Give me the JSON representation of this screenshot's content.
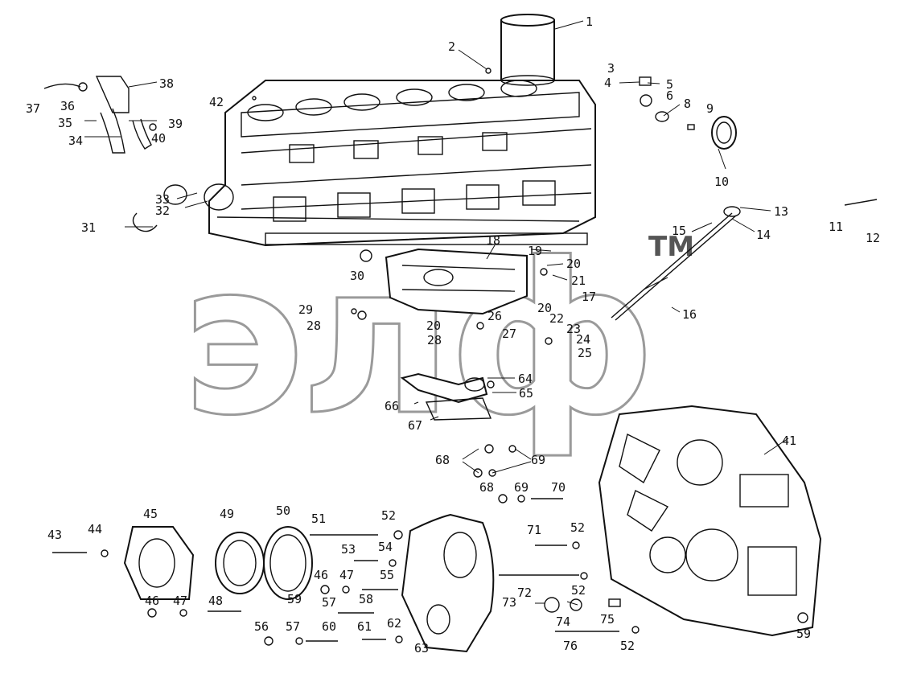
{
  "watermark": {
    "text": "элф",
    "trademark": "TM"
  },
  "labels": [
    {
      "id": "c1",
      "text": "1"
    },
    {
      "id": "c2",
      "text": "2"
    },
    {
      "id": "c3",
      "text": "3"
    },
    {
      "id": "c4",
      "text": "4"
    },
    {
      "id": "c5",
      "text": "5"
    },
    {
      "id": "c6",
      "text": "6"
    },
    {
      "id": "c8",
      "text": "8"
    },
    {
      "id": "c9",
      "text": "9"
    },
    {
      "id": "c10",
      "text": "10"
    },
    {
      "id": "c11",
      "text": "11"
    },
    {
      "id": "c12",
      "text": "12"
    },
    {
      "id": "c13",
      "text": "13"
    },
    {
      "id": "c14",
      "text": "14"
    },
    {
      "id": "c15",
      "text": "15"
    },
    {
      "id": "c16",
      "text": "16"
    },
    {
      "id": "c17",
      "text": "17"
    },
    {
      "id": "c18",
      "text": "18"
    },
    {
      "id": "c19",
      "text": "19"
    },
    {
      "id": "c20a",
      "text": "20"
    },
    {
      "id": "c21",
      "text": "21"
    },
    {
      "id": "c20b",
      "text": "20"
    },
    {
      "id": "c22",
      "text": "22"
    },
    {
      "id": "c23",
      "text": "23"
    },
    {
      "id": "c24",
      "text": "24"
    },
    {
      "id": "c25",
      "text": "25"
    },
    {
      "id": "c26",
      "text": "26"
    },
    {
      "id": "c27",
      "text": "27"
    },
    {
      "id": "c20c",
      "text": "20"
    },
    {
      "id": "c28a",
      "text": "28"
    },
    {
      "id": "c28b",
      "text": "28"
    },
    {
      "id": "c29",
      "text": "29"
    },
    {
      "id": "c30",
      "text": "30"
    },
    {
      "id": "c31",
      "text": "31"
    },
    {
      "id": "c32",
      "text": "32"
    },
    {
      "id": "c33",
      "text": "33"
    },
    {
      "id": "c34",
      "text": "34"
    },
    {
      "id": "c35",
      "text": "35"
    },
    {
      "id": "c36",
      "text": "36"
    },
    {
      "id": "c37",
      "text": "37"
    },
    {
      "id": "c38",
      "text": "38"
    },
    {
      "id": "c39",
      "text": "39"
    },
    {
      "id": "c40",
      "text": "40"
    },
    {
      "id": "c41",
      "text": "41"
    },
    {
      "id": "c42",
      "text": "42"
    },
    {
      "id": "c43",
      "text": "43"
    },
    {
      "id": "c44",
      "text": "44"
    },
    {
      "id": "c45",
      "text": "45"
    },
    {
      "id": "c46a",
      "text": "46"
    },
    {
      "id": "c47a",
      "text": "47"
    },
    {
      "id": "c48",
      "text": "48"
    },
    {
      "id": "c49",
      "text": "49"
    },
    {
      "id": "c50",
      "text": "50"
    },
    {
      "id": "c51",
      "text": "51"
    },
    {
      "id": "c52a",
      "text": "52"
    },
    {
      "id": "c53",
      "text": "53"
    },
    {
      "id": "c54",
      "text": "54"
    },
    {
      "id": "c46b",
      "text": "46"
    },
    {
      "id": "c47b",
      "text": "47"
    },
    {
      "id": "c55",
      "text": "55"
    },
    {
      "id": "c59a",
      "text": "59"
    },
    {
      "id": "c57a",
      "text": "57"
    },
    {
      "id": "c58",
      "text": "58"
    },
    {
      "id": "c56",
      "text": "56"
    },
    {
      "id": "c57b",
      "text": "57"
    },
    {
      "id": "c60",
      "text": "60"
    },
    {
      "id": "c61",
      "text": "61"
    },
    {
      "id": "c62",
      "text": "62"
    },
    {
      "id": "c63",
      "text": "63"
    },
    {
      "id": "c64",
      "text": "64"
    },
    {
      "id": "c65",
      "text": "65"
    },
    {
      "id": "c66",
      "text": "66"
    },
    {
      "id": "c67",
      "text": "67"
    },
    {
      "id": "c68a",
      "text": "68"
    },
    {
      "id": "c69a",
      "text": "69"
    },
    {
      "id": "c68b",
      "text": "68"
    },
    {
      "id": "c69b",
      "text": "69"
    },
    {
      "id": "c70",
      "text": "70"
    },
    {
      "id": "c71",
      "text": "71"
    },
    {
      "id": "c52b",
      "text": "52"
    },
    {
      "id": "c72",
      "text": "72"
    },
    {
      "id": "c52c",
      "text": "52"
    },
    {
      "id": "c73",
      "text": "73"
    },
    {
      "id": "c74",
      "text": "74"
    },
    {
      "id": "c75",
      "text": "75"
    },
    {
      "id": "c76",
      "text": "76"
    },
    {
      "id": "c52d",
      "text": "52"
    },
    {
      "id": "c59b",
      "text": "59"
    }
  ]
}
